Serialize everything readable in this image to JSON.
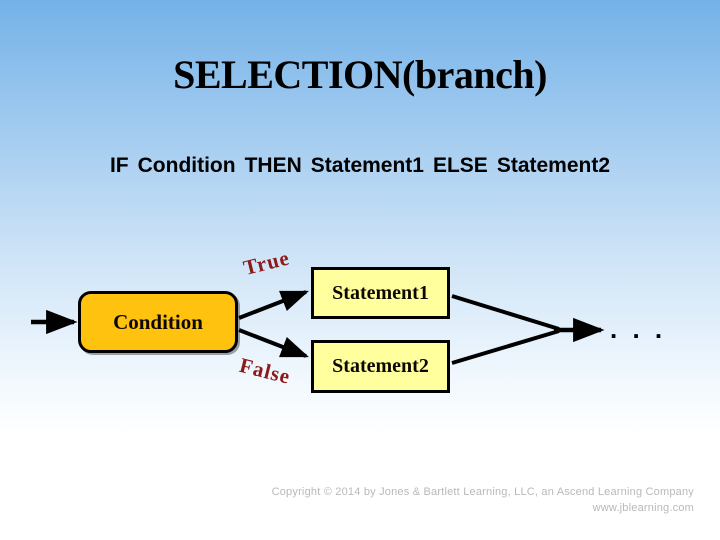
{
  "slide": {
    "title": "SELECTION(branch)",
    "subtitle_parts": [
      "IF",
      "Condition",
      "THEN",
      "Statement1",
      "ELSE",
      "Statement2"
    ],
    "background": {
      "top_color": "#74b2e8",
      "bottom_color": "#ffffff"
    }
  },
  "diagram": {
    "nodes": {
      "condition": {
        "label": "Condition",
        "fill": "#ffc20e",
        "border": "#000000"
      },
      "statement1": {
        "label": "Statement1",
        "fill": "#ffff9e",
        "border": "#000000"
      },
      "statement2": {
        "label": "Statement2",
        "fill": "#ffff9e",
        "border": "#000000"
      }
    },
    "edge_labels": {
      "true": "True",
      "false": "False",
      "color": "#8b1a1a"
    },
    "continuation": ". . ."
  },
  "footer": {
    "copyright": "Copyright © 2014 by Jones & Bartlett Learning, LLC, an Ascend Learning Company",
    "website": "www.jblearning.com"
  }
}
